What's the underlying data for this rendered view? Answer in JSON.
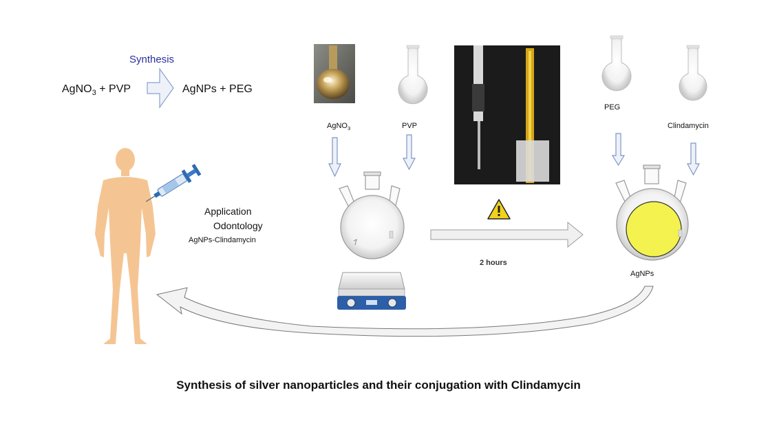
{
  "synthesis_title": "Synthesis",
  "equation": {
    "left_a": "AgNO",
    "left_sub": "3",
    "left_b": " + PVP",
    "right": "AgNPs + PEG"
  },
  "application": {
    "line1": "Application",
    "line2": "Odontology",
    "line3": "AgNPs-Clindamycin"
  },
  "reagents": {
    "agno3": "AgNO",
    "agno3_sub": "3",
    "pvp": "PVP",
    "peg": "PEG",
    "clindamycin": "Clindamycin"
  },
  "duration": "2 hours",
  "product": "AgNPs",
  "caption": "Synthesis of silver nanoparticles and their conjugation with Clindamycin",
  "colors": {
    "title_blue": "#2a2fa0",
    "arrow_fill": "#e8edf7",
    "arrow_stroke": "#7d95c6",
    "skin": "#f4c593",
    "nanoparticle_yellow": "#f3f24e",
    "photo_dark": "#1b1b1b"
  },
  "icons": [
    "human-figure",
    "syringe-icon",
    "round-flask-icon",
    "three-neck-flask-icon",
    "hot-plate-stirrer-icon",
    "warning-icon",
    "thermometer-icon"
  ]
}
